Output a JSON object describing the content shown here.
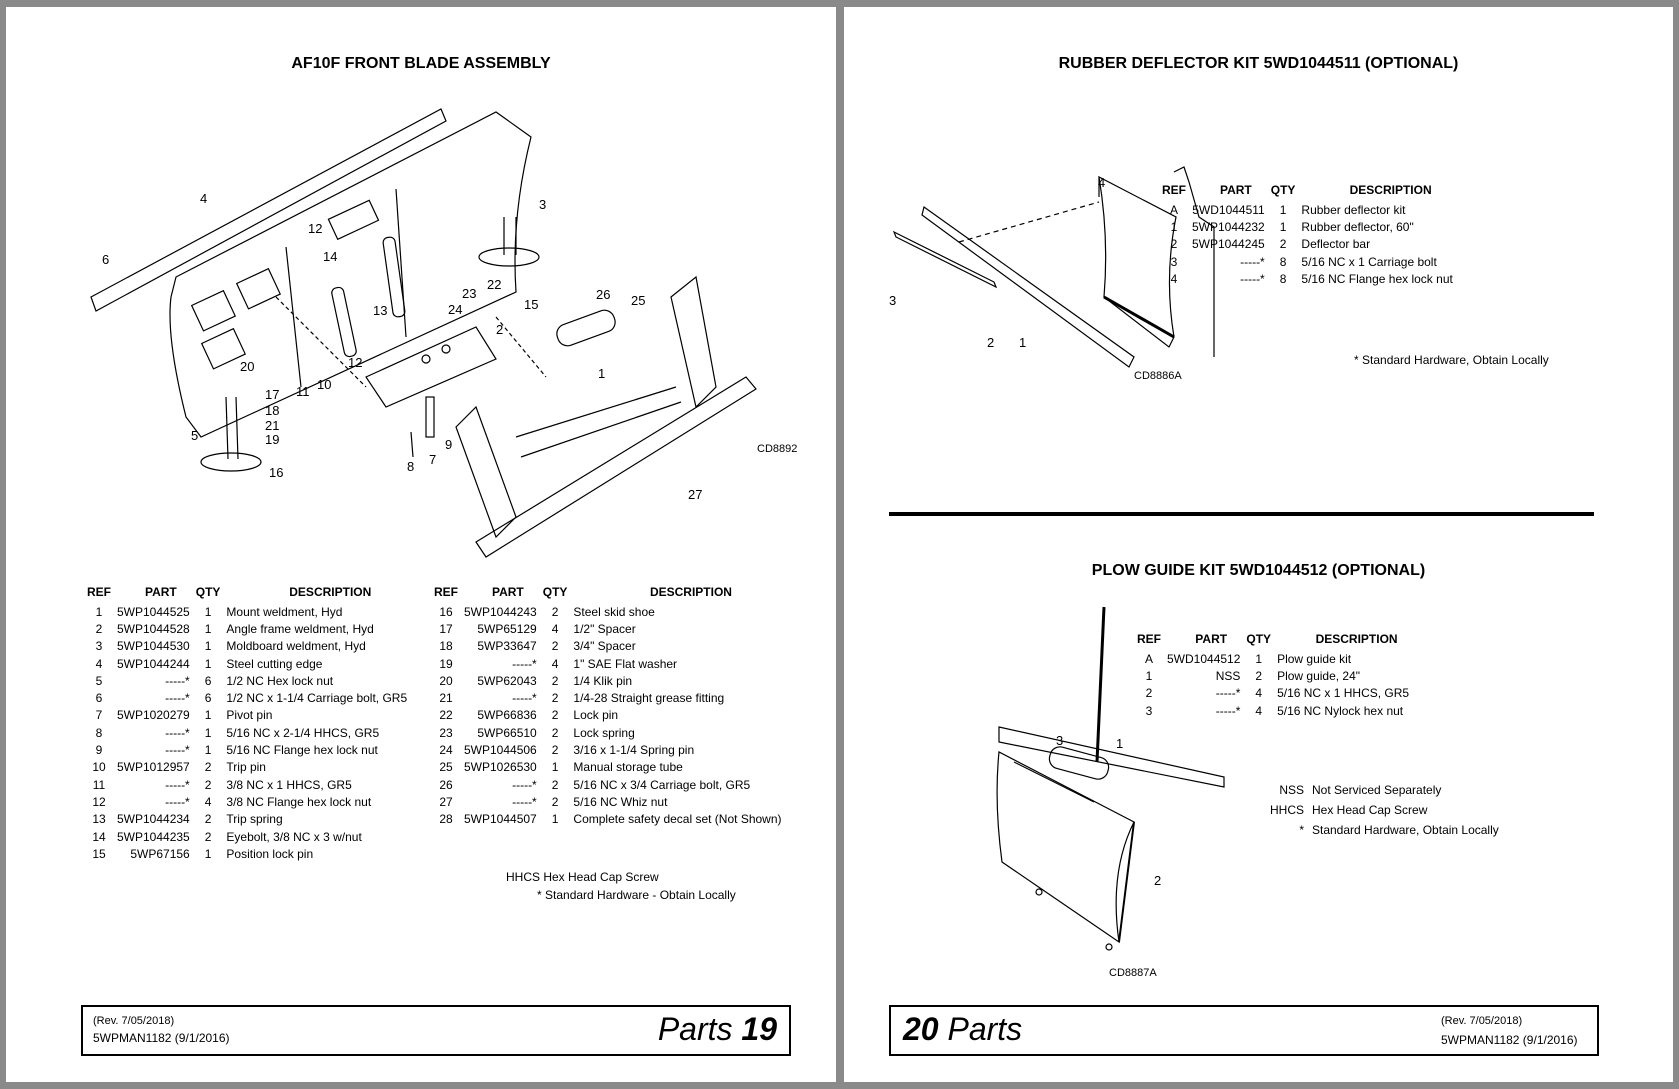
{
  "left_page": {
    "title": "AF10F FRONT BLADE ASSEMBLY",
    "diagram": {
      "code": "CD8892",
      "callouts": [
        "1",
        "2",
        "3",
        "4",
        "5",
        "6",
        "7",
        "8",
        "9",
        "10",
        "11",
        "12",
        "12",
        "13",
        "14",
        "15",
        "16",
        "17",
        "18",
        "19",
        "20",
        "21",
        "22",
        "23",
        "24",
        "25",
        "26",
        "27"
      ]
    },
    "headers": {
      "ref": "REF",
      "part": "PART",
      "qty": "QTY",
      "desc": "DESCRIPTION"
    },
    "table_left": [
      {
        "ref": "1",
        "part": "5WP1044525",
        "qty": "1",
        "desc": "Mount weldment, Hyd"
      },
      {
        "ref": "2",
        "part": "5WP1044528",
        "qty": "1",
        "desc": "Angle frame weldment, Hyd"
      },
      {
        "ref": "3",
        "part": "5WP1044530",
        "qty": "1",
        "desc": "Moldboard weldment, Hyd"
      },
      {
        "ref": "4",
        "part": "5WP1044244",
        "qty": "1",
        "desc": "Steel cutting edge"
      },
      {
        "ref": "5",
        "part": "-----*",
        "qty": "6",
        "desc": "1/2 NC Hex lock nut"
      },
      {
        "ref": "6",
        "part": "-----*",
        "qty": "6",
        "desc": "1/2 NC x 1-1/4 Carriage bolt, GR5"
      },
      {
        "ref": "7",
        "part": "5WP1020279",
        "qty": "1",
        "desc": "Pivot pin"
      },
      {
        "ref": "8",
        "part": "-----*",
        "qty": "1",
        "desc": "5/16 NC x 2-1/4 HHCS, GR5"
      },
      {
        "ref": "9",
        "part": "-----*",
        "qty": "1",
        "desc": "5/16 NC Flange hex lock nut"
      },
      {
        "ref": "10",
        "part": "5WP1012957",
        "qty": "2",
        "desc": "Trip pin"
      },
      {
        "ref": "11",
        "part": "-----*",
        "qty": "2",
        "desc": "3/8 NC x 1 HHCS, GR5"
      },
      {
        "ref": "12",
        "part": "-----*",
        "qty": "4",
        "desc": "3/8 NC Flange hex lock nut"
      },
      {
        "ref": "13",
        "part": "5WP1044234",
        "qty": "2",
        "desc": "Trip spring"
      },
      {
        "ref": "14",
        "part": "5WP1044235",
        "qty": "2",
        "desc": "Eyebolt, 3/8 NC x 3 w/nut"
      },
      {
        "ref": "15",
        "part": "5WP67156",
        "qty": "1",
        "desc": "Position lock pin"
      }
    ],
    "table_right": [
      {
        "ref": "16",
        "part": "5WP1044243",
        "qty": "2",
        "desc": "Steel skid shoe"
      },
      {
        "ref": "17",
        "part": "5WP65129",
        "qty": "4",
        "desc": "1/2\" Spacer"
      },
      {
        "ref": "18",
        "part": "5WP33647",
        "qty": "2",
        "desc": "3/4\" Spacer"
      },
      {
        "ref": "19",
        "part": "-----*",
        "qty": "4",
        "desc": "1\" SAE Flat washer"
      },
      {
        "ref": "20",
        "part": "5WP62043",
        "qty": "2",
        "desc": "1/4 Klik pin"
      },
      {
        "ref": "21",
        "part": "-----*",
        "qty": "2",
        "desc": "1/4-28 Straight grease fitting"
      },
      {
        "ref": "22",
        "part": "5WP66836",
        "qty": "2",
        "desc": "Lock pin"
      },
      {
        "ref": "23",
        "part": "5WP66510",
        "qty": "2",
        "desc": "Lock spring"
      },
      {
        "ref": "24",
        "part": "5WP1044506",
        "qty": "2",
        "desc": "3/16 x 1-1/4 Spring pin"
      },
      {
        "ref": "25",
        "part": "5WP1026530",
        "qty": "1",
        "desc": "Manual storage tube"
      },
      {
        "ref": "26",
        "part": "-----*",
        "qty": "2",
        "desc": "5/16 NC x 3/4 Carriage bolt, GR5"
      },
      {
        "ref": "27",
        "part": "-----*",
        "qty": "2",
        "desc": "5/16 NC Whiz nut"
      },
      {
        "ref": "28",
        "part": "5WP1044507",
        "qty": "1",
        "desc": "Complete safety decal set (Not Shown)"
      }
    ],
    "notes": {
      "hhcs": "HHCS  Hex Head Cap Screw",
      "std": "* Standard Hardware - Obtain Locally"
    },
    "footer": {
      "rev": "(Rev. 7/05/2018)",
      "doc": "5WPMAN1182 (9/1/2016)",
      "parts_word": "Parts",
      "page_number": "19"
    }
  },
  "right_page": {
    "deflector": {
      "title": "RUBBER DEFLECTOR KIT 5WD1044511 (OPTIONAL)",
      "diagram": {
        "code": "CD8886A",
        "callouts": [
          "1",
          "2",
          "3",
          "4"
        ]
      },
      "rows": [
        {
          "ref": "A",
          "part": "5WD1044511",
          "qty": "1",
          "desc": "Rubber deflector kit"
        },
        {
          "ref": "1",
          "part": "5WP1044232",
          "qty": "1",
          "desc": "Rubber deflector, 60\""
        },
        {
          "ref": "2",
          "part": "5WP1044245",
          "qty": "2",
          "desc": "Deflector bar"
        },
        {
          "ref": "3",
          "part": "-----*",
          "qty": "8",
          "desc": "5/16 NC x 1 Carriage bolt"
        },
        {
          "ref": "4",
          "part": "-----*",
          "qty": "8",
          "desc": "5/16 NC Flange hex lock nut"
        }
      ],
      "note": "* Standard Hardware, Obtain Locally"
    },
    "plow_guide": {
      "title": "PLOW GUIDE KIT 5WD1044512 (OPTIONAL)",
      "diagram": {
        "code": "CD8887A",
        "callouts": [
          "1",
          "2",
          "3"
        ]
      },
      "rows": [
        {
          "ref": "A",
          "part": "5WD1044512",
          "qty": "1",
          "desc": "Plow guide kit"
        },
        {
          "ref": "1",
          "part": "NSS",
          "qty": "2",
          "desc": "Plow guide, 24\""
        },
        {
          "ref": "2",
          "part": "-----*",
          "qty": "4",
          "desc": "5/16 NC x 1 HHCS, GR5"
        },
        {
          "ref": "3",
          "part": "-----*",
          "qty": "4",
          "desc": "5/16 NC Nylock hex nut"
        }
      ],
      "abbrevs": [
        {
          "key": "NSS",
          "value": "Not Serviced Separately"
        },
        {
          "key": "HHCS",
          "value": "Hex Head Cap Screw"
        },
        {
          "key": "*",
          "value": "Standard Hardware, Obtain Locally"
        }
      ]
    },
    "headers": {
      "ref": "REF",
      "part": "PART",
      "qty": "QTY",
      "desc": "DESCRIPTION"
    },
    "footer": {
      "rev": "(Rev. 7/05/2018)",
      "doc": "5WPMAN1182 (9/1/2016)",
      "parts_word": "Parts",
      "page_number": "20"
    }
  }
}
